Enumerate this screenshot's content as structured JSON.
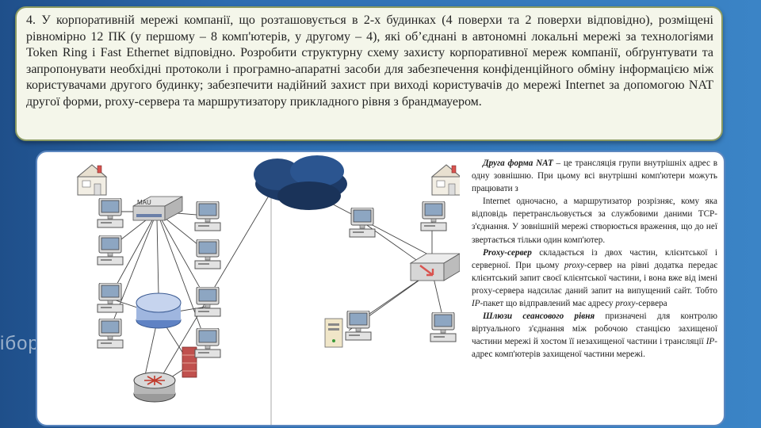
{
  "task": {
    "text": "4. У корпоративній мережі компанії, що розташовується в 2-х будинках (4 поверхи та 2 поверхи відповідно), розміщені рівномірно 12 ПК (у першому – 8 комп'ютерів, у другому – 4), які об’єднані в автономні локальні мережі за  технологіями Token Ring і Fast Ethernet відповідно. Розробити структурну схему захисту корпоративної мереж компанії, обґрунтувати та запропонувати необхідні протоколи і програмно-апаратні засоби для забезпечення конфіденційного обміну інформацією між користувачами другого будинку; забезпечити надійний захист  при виході користувачів до мережі Internet за допомогою NAT другої форми, proxy-сервера та маршрутизатору прикладного рівня з брандмауером."
  },
  "diagram": {
    "mau_label": "MAU",
    "icons": [
      "building-icon",
      "cloud-icon",
      "computer-icon",
      "mau-hub-icon",
      "ring-icon",
      "firewall-icon",
      "router-icon",
      "switch-icon",
      "server-icon"
    ]
  },
  "description": {
    "p1_title": "Друга форма NAT",
    "p1_text": " – це трансляція групи внутрішніх адрес в одну зовнішню. При цьому всі внутрішні комп'ютери можуть працювати з",
    "p2_text": "Internet одночасно, а маршрутизатор розрізняє, кому яка відповідь перетрансльовується за службовими даними TCP-з'єднання. У зовнішній мережі створюється враження, що до неї звертається тільки один комп'ютер.",
    "p3_title": "Proxy-сервер",
    "p3_text_a": " складається із двох частин, клієнтської і серверної. При цьому ",
    "p3_italic_a": "proxy",
    "p3_text_b": "-сервер на рівні додатка передає клієнтський запит своєї клієнтської частини, і вона вже від імені proxy-сервера надсилає даний запит на випущений сайт. Тобто ",
    "p3_italic_b": "IP",
    "p3_text_c": "-пакет що відправлений має адресу ",
    "p3_italic_c": "proxy",
    "p3_text_d": "-сервера",
    "p4_title": "Шлюзи сеансового рівня",
    "p4_text_a": " призначені для контролю віртуального з'єднання між робочою станцією захищеної частини мережі й хостом її незахищеної частини і трансляції ",
    "p4_italic": "IP",
    "p4_text_b": "-адрес комп'ютерів захищеної частини мережі."
  },
  "background": {
    "side_text": "ібор"
  },
  "colors": {
    "task_bg": "#f4f6ea",
    "task_border": "#8a9a62",
    "panel_border": "#5c87bf",
    "slide_bg": "#2d6cb0"
  }
}
